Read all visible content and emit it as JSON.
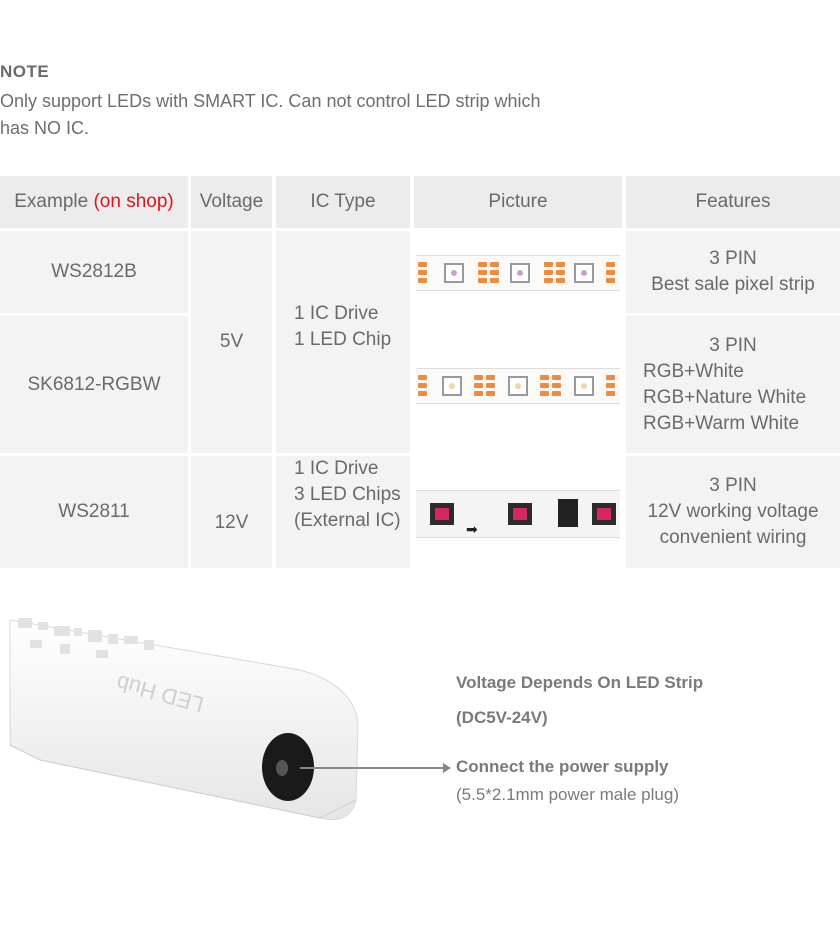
{
  "note": {
    "title": "NOTE",
    "line1": "Only support LEDs with SMART IC. Can not control LED strip which",
    "line2": "has NO IC."
  },
  "table": {
    "headers": {
      "example": "Example",
      "example_red": "(on shop)",
      "voltage": "Voltage",
      "ic_type": "IC Type",
      "picture": "Picture",
      "features": "Features"
    },
    "rows": [
      {
        "example": "WS2812B",
        "features": [
          "3 PIN",
          "Best sale pixel strip"
        ]
      },
      {
        "example": "SK6812-RGBW",
        "features": [
          "3 PIN",
          "RGB+White",
          "RGB+Nature White",
          "RGB+Warm White"
        ]
      },
      {
        "example": "WS2811",
        "features": [
          "3 PIN",
          "12V working voltage",
          "convenient wiring"
        ]
      }
    ],
    "voltage_5v": "5V",
    "voltage_12v": "12V",
    "ic_5v": [
      "1 IC Drive",
      "1 LED Chip"
    ],
    "ic_12v": [
      "1 IC Drive",
      "3 LED Chips",
      "(External IC)"
    ]
  },
  "device_labels": {
    "voltage_title": "Voltage Depends On LED Strip",
    "voltage_range": "(DC5V-24V)",
    "connect_title": "Connect the power supply",
    "connect_sub": "(5.5*2.1mm power male plug)"
  },
  "colors": {
    "accent_red": "#e0141e",
    "pad_orange": "#f08a3c",
    "cell_bg": "#f3f3f3"
  }
}
